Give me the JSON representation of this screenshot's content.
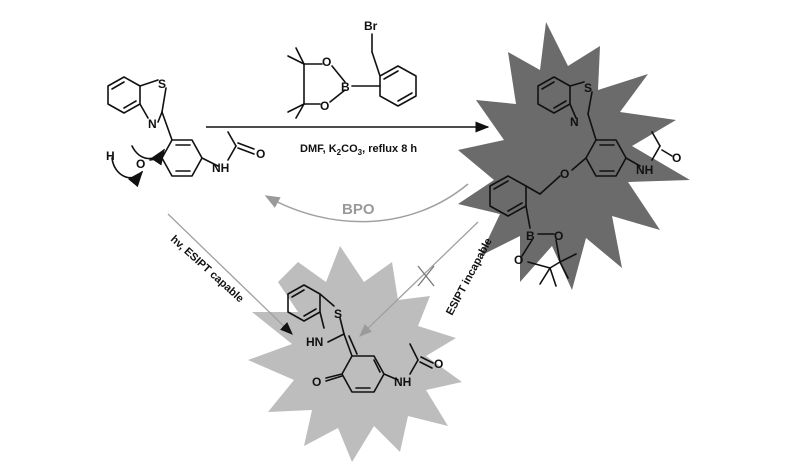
{
  "reagent": {
    "br": "Br",
    "b": "B",
    "o1": "O",
    "o2": "O"
  },
  "conditions": {
    "main": "DMF, K",
    "sub": "2",
    "mid": "CO",
    "sub2": "3",
    "tail": ", reflux 8 h"
  },
  "reverse_label": "BPO",
  "left_arrow_label": "hv, ESIPT capable",
  "right_arrow_label": "ESIPT incapable",
  "start": {
    "s": "S",
    "n": "N",
    "h": "H",
    "o": "O",
    "nh": "NH",
    "o_keto": "O"
  },
  "probe": {
    "s": "S",
    "n": "N",
    "o": "O",
    "nh": "NH",
    "o_keto": "O",
    "b": "B",
    "o1": "O",
    "o2": "O"
  },
  "product": {
    "s": "S",
    "hn": "HN",
    "o": "O",
    "nh": "NH",
    "o_keto": "O"
  },
  "colors": {
    "dark_burst": "#6b6b6b",
    "light_burst": "#bdbdbd",
    "arrow_gray": "#a0a0a0",
    "ink": "#111111"
  }
}
